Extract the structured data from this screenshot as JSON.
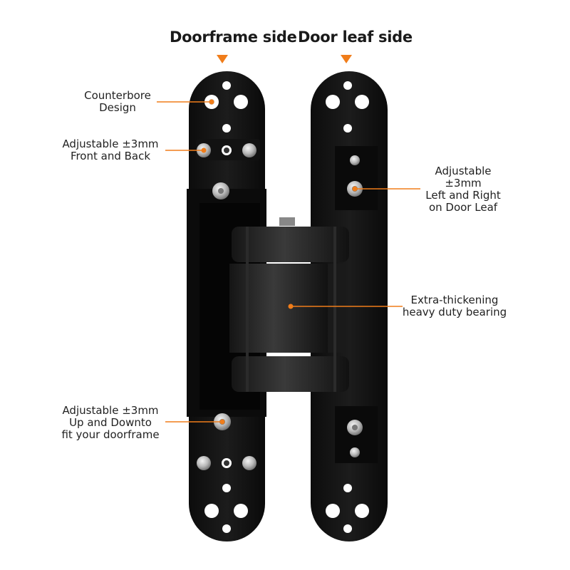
{
  "headings": {
    "doorframe": "Doorframe side",
    "door_leaf": "Door leaf side"
  },
  "callouts": {
    "counterbore": [
      "Counterbore",
      "Design"
    ],
    "front_back": [
      "Adjustable ±3mm",
      "Front and Back"
    ],
    "left_right": [
      "Adjustable",
      "±3mm",
      "Left and Right",
      "on Door Leaf"
    ],
    "bearing": [
      "Extra-thickening",
      "heavy duty bearing"
    ],
    "up_down": [
      "Adjustable ±3mm",
      "Up and Downto",
      "fit your doorframe"
    ]
  },
  "colors": {
    "accent": "#f07d1a",
    "hinge": "#111111",
    "background": "#ffffff"
  },
  "icons": {
    "pointer_arrow": "down-triangle-icon"
  }
}
